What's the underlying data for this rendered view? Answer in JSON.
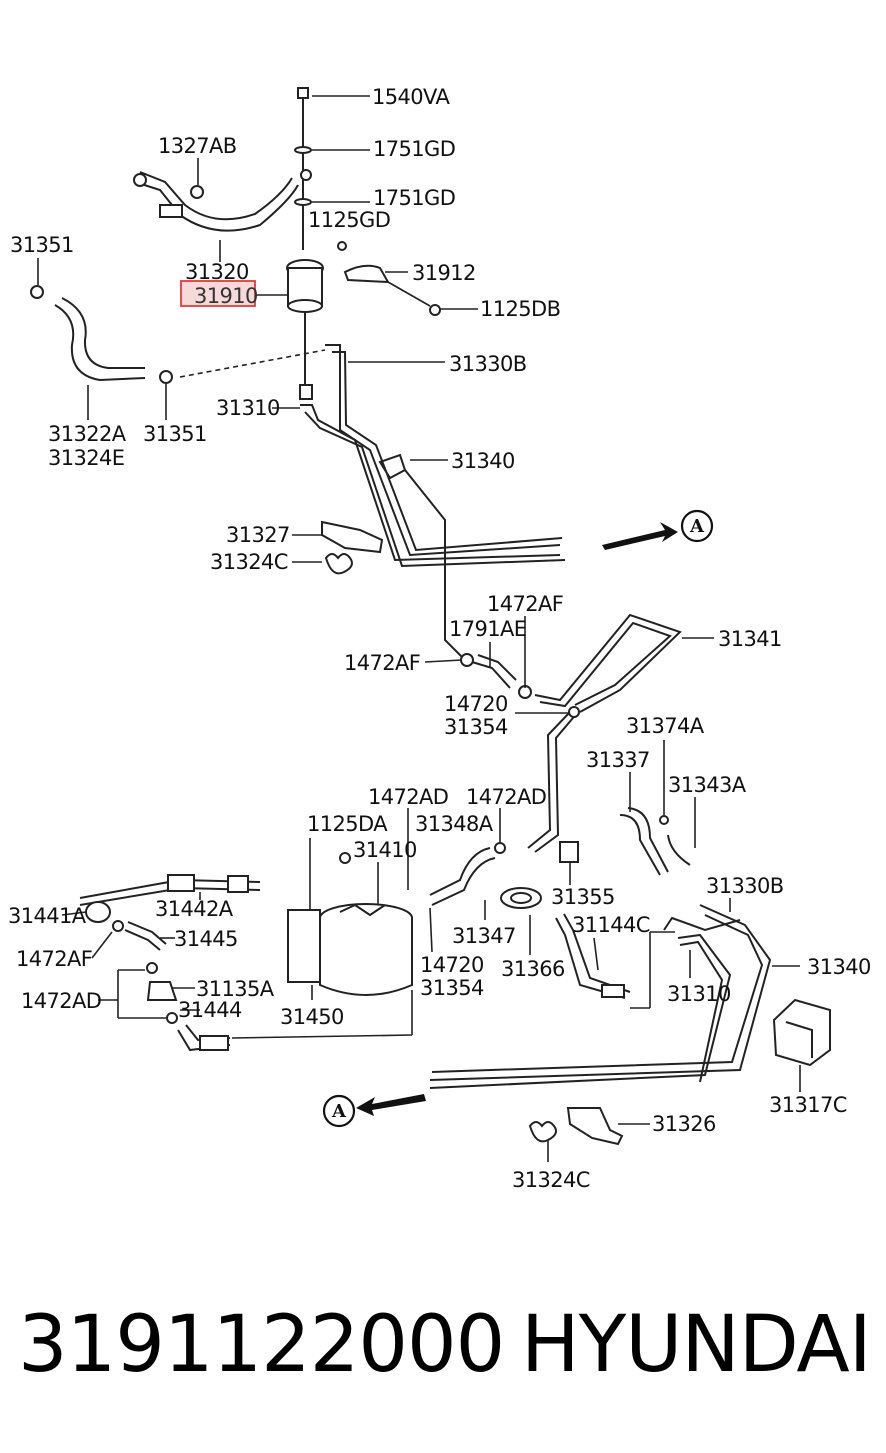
{
  "labels": {
    "l1540VA": "1540VA",
    "l1751GD_a": "1751GD",
    "l1751GD_b": "1751GD",
    "l1327AB": "1327AB",
    "l1125GD": "1125GD",
    "l31351_a": "31351",
    "l31320": "31320",
    "l31910": "31910",
    "l31912": "31912",
    "l1125DB": "1125DB",
    "l31330B_a": "31330B",
    "l31310_a": "31310",
    "l31322A": "31322A",
    "l31324E": "31324E",
    "l31351_b": "31351",
    "l31340_a": "31340",
    "l31327": "31327",
    "l31324C_a": "31324C",
    "l1472AF_a": "1472AF",
    "l1791AE": "1791AE",
    "l31341": "31341",
    "l1472AF_b": "1472AF",
    "l14720_a": "14720",
    "l31354_a": "31354",
    "l31374A": "31374A",
    "l31337": "31337",
    "l31343A": "31343A",
    "l1472AD_a": "1472AD",
    "l1472AD_b": "1472AD",
    "l1125DA": "1125DA",
    "l31410": "31410",
    "l31348A": "31348A",
    "l31355": "31355",
    "l31330B_b": "31330B",
    "l31441A": "31441A",
    "l31442A": "31442A",
    "l31347": "31347",
    "l31144C": "31144C",
    "l1472AF_c": "1472AF",
    "l31445": "31445",
    "l14720_b": "14720",
    "l31366": "31366",
    "l31340_b": "31340",
    "l31354_b": "31354",
    "l1472AD_c": "1472AD",
    "l31135A": "31135A",
    "l31310_b": "31310",
    "l31444": "31444",
    "l31450": "31450",
    "l31317C": "31317C",
    "l31326": "31326",
    "l31324C_b": "31324C"
  },
  "refs": {
    "top": "A",
    "bottom": "A"
  },
  "caption": {
    "part_number": "3191122000",
    "brand": "HYUNDAI"
  },
  "colors": {
    "highlight_border": "#e23b3b",
    "highlight_fill": "#f8d9d9"
  }
}
